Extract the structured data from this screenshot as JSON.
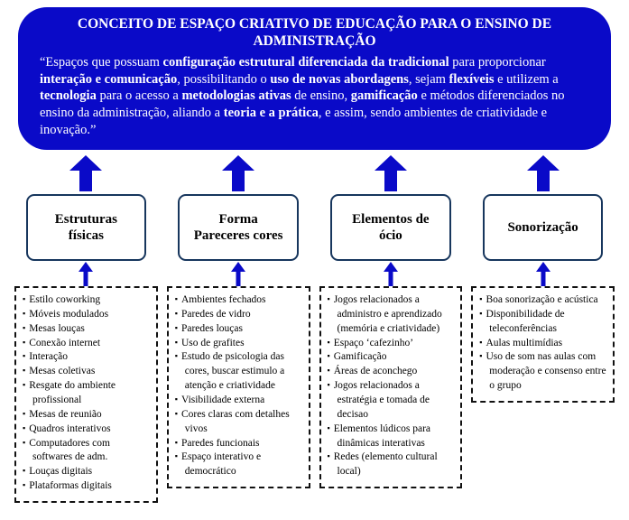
{
  "colors": {
    "primary_blue": "#0a0ac8",
    "category_border": "#17365d",
    "header_text": "#ffffff",
    "body_text": "#000000"
  },
  "header": {
    "title": "CONCEITO DE ESPAÇO CRIATIVO DE EDUCAÇÃO PARA O ENSINO DE ADMINISTRAÇÃO",
    "quote_segments": [
      {
        "t": "“Espaços que possuam ",
        "b": false
      },
      {
        "t": "configuração estrutural diferenciada da tradicional",
        "b": true
      },
      {
        "t": " para proporcionar ",
        "b": false
      },
      {
        "t": "interação e comunicação",
        "b": true
      },
      {
        "t": ", possibilitando o ",
        "b": false
      },
      {
        "t": "uso de novas abordagens",
        "b": true
      },
      {
        "t": ", sejam ",
        "b": false
      },
      {
        "t": "flexíveis",
        "b": true
      },
      {
        "t": " e utilizem a ",
        "b": false
      },
      {
        "t": "tecnologia",
        "b": true
      },
      {
        "t": " para o acesso a ",
        "b": false
      },
      {
        "t": "metodologias ativas",
        "b": true
      },
      {
        "t": " de ensino, ",
        "b": false
      },
      {
        "t": "gamificação",
        "b": true
      },
      {
        "t": " e métodos diferenciados no ensino da administração, aliando a ",
        "b": false
      },
      {
        "t": "teoria e a prática",
        "b": true
      },
      {
        "t": ", e assim, sendo ambientes de criatividade e inovação.”",
        "b": false
      }
    ]
  },
  "categories": [
    {
      "label": "Estruturas físicas",
      "items": [
        "Estilo coworking",
        "Móveis modulados",
        "Mesas louças",
        "Conexão internet",
        "Interação",
        "Mesas coletivas",
        "Resgate do ambiente profissional",
        "Mesas de reunião",
        "Quadros interativos",
        "Computadores com softwares de adm.",
        "Louças digitais",
        "Plataformas digitais"
      ]
    },
    {
      "label": "Forma Pareceres cores",
      "items": [
        "Ambientes fechados",
        "Paredes de vidro",
        "Paredes louças",
        "Uso de grafites",
        "Estudo de psicologia das cores, buscar estimulo a atenção e criatividade",
        "Visibilidade externa",
        "Cores claras com detalhes vivos",
        "Paredes funcionais",
        "Espaço interativo e democrático"
      ]
    },
    {
      "label": "Elementos de ócio",
      "items": [
        "Jogos relacionados a administro e aprendizado (memória e criatividade)",
        "Espaço ‘cafezinho’",
        "Gamificação",
        "Áreas de aconchego",
        "Jogos relacionados a estratégia e tomada de decisao",
        "Elementos lúdicos para dinâmicas interativas",
        "Redes (elemento cultural local)"
      ]
    },
    {
      "label": "Sonorização",
      "items": [
        "Boa sonorização e acústica",
        "Disponibilidade de teleconferências",
        "Aulas multimídias",
        "Uso de som nas aulas com moderação e consenso entre o grupo"
      ]
    }
  ]
}
